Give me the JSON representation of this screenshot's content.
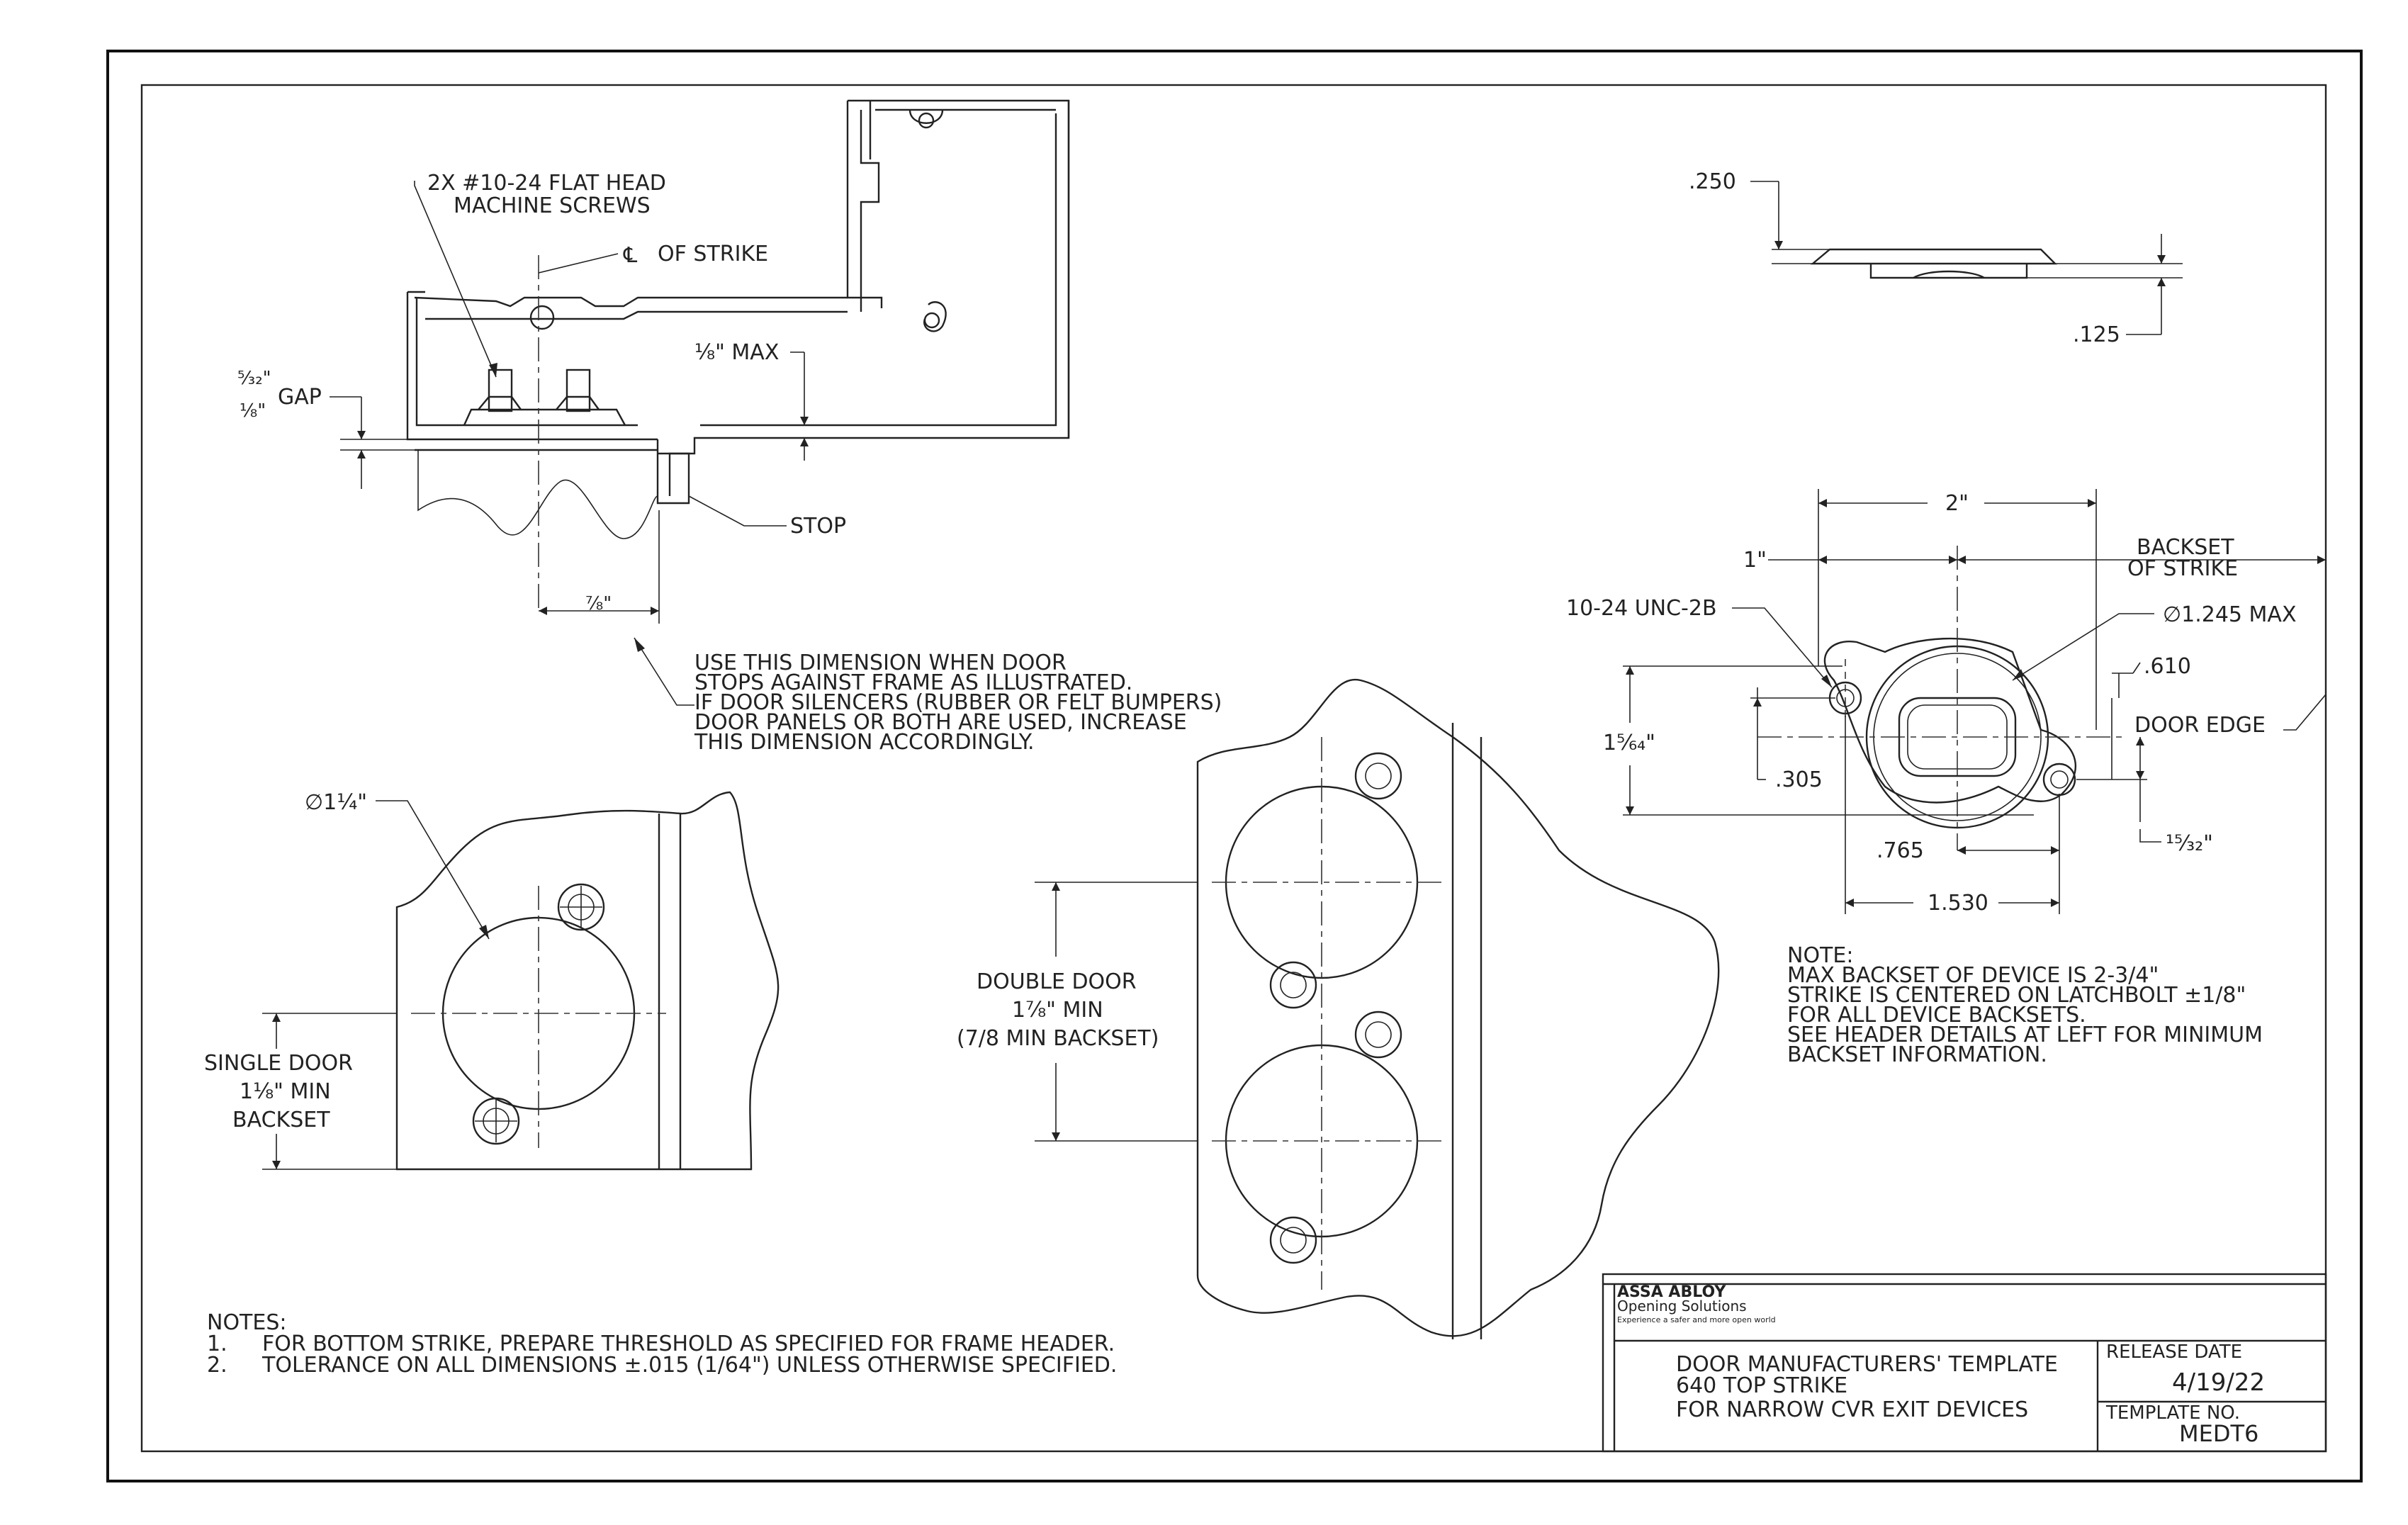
{
  "header_section": {
    "screws_l1": "2X #10-24 FLAT HEAD",
    "screws_l2": "MACHINE SCREWS",
    "cl_symbol": "℄",
    "cl_label": "OF STRIKE",
    "max_eighth": "⅛\" MAX",
    "gap_top": "⁵⁄₃₂\"",
    "gap_bot": "⅛\"",
    "gap_label": "GAP",
    "stop": "STOP",
    "seven_eighths": "⅞\"",
    "use_note": [
      "USE THIS DIMENSION WHEN DOOR",
      "STOPS AGAINST FRAME AS ILLUSTRATED.",
      "IF DOOR SILENCERS (RUBBER OR FELT BUMPERS)",
      "DOOR PANELS OR BOTH ARE USED, INCREASE",
      "THIS DIMENSION ACCORDINGLY."
    ]
  },
  "single_door": {
    "dia": "∅1¼\"",
    "label": [
      "SINGLE DOOR",
      "1⅛\" MIN",
      "BACKSET"
    ]
  },
  "double_door": {
    "label": [
      "DOUBLE DOOR",
      "1⅞\" MIN",
      "(7/8 MIN BACKSET)"
    ]
  },
  "profile": {
    "d250": ".250",
    "d125": ".125"
  },
  "strike_plan": {
    "two": "2\"",
    "one": "1\"",
    "backset": [
      "BACKSET",
      "OF STRIKE"
    ],
    "thread": "10-24 UNC-2B",
    "dia_max": "∅1.245 MAX",
    "d610": ".610",
    "door_edge": "DOOR EDGE",
    "h_1_5_64": "1⁵⁄₆₄\"",
    "d305": ".305",
    "d765": ".765",
    "d1530": "1.530",
    "d15_32": "¹⁵⁄₃₂\"",
    "note": [
      "NOTE:",
      "MAX BACKSET OF DEVICE IS 2-3/4\"",
      "STRIKE IS CENTERED ON LATCHBOLT ±1/8\"",
      "FOR ALL DEVICE BACKSETS.",
      "SEE HEADER DETAILS AT LEFT FOR MINIMUM",
      "BACKSET INFORMATION."
    ]
  },
  "notes": {
    "title": "NOTES:",
    "items": [
      {
        "num": "1.",
        "text": "FOR BOTTOM STRIKE, PREPARE THRESHOLD AS SPECIFIED FOR FRAME HEADER."
      },
      {
        "num": "2.",
        "text": "TOLERANCE ON ALL DIMENSIONS ±.015 (1/64\") UNLESS OTHERWISE SPECIFIED."
      }
    ]
  },
  "title_block": {
    "logo": "ASSA ABLOY",
    "logo_sub": "Opening Solutions",
    "tagline": "Experience a safer and more open world",
    "title": [
      "DOOR MANUFACTURERS' TEMPLATE",
      "640 TOP STRIKE",
      "FOR NARROW CVR EXIT DEVICES"
    ],
    "release_label": "RELEASE DATE",
    "release_value": "4/19/22",
    "template_label": "TEMPLATE NO.",
    "template_value": "MEDT6"
  }
}
